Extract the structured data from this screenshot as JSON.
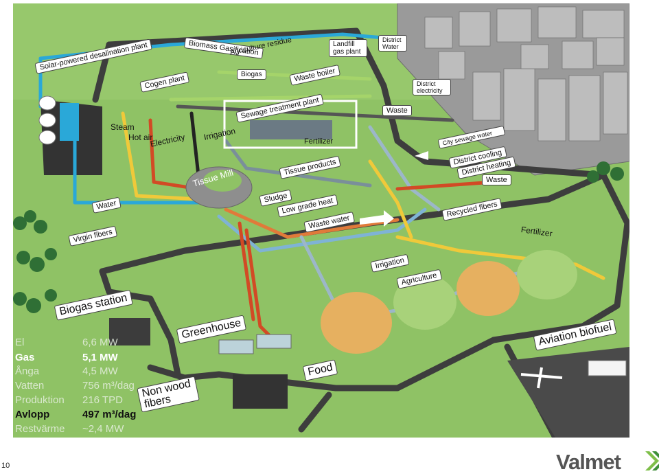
{
  "page_number": "10",
  "brand": "Valmet",
  "colors": {
    "grass": "#8fc265",
    "road": "#3d3d3d",
    "water_pipe": "#2aa8d8",
    "heat_pipe": "#d24a25",
    "fiber_pipe": "#f0c93a",
    "field": "#e6b060",
    "field_green": "#a8d27a"
  },
  "labels": {
    "solar": "Solar-powered desalination plant",
    "biomass": "Biomass Gasification",
    "agri_residue": "Agriculture residue",
    "landfill": "Landfill gas plant",
    "district_water": "District Water",
    "cogen": "Cogen plant",
    "biogas": "Biogas",
    "waste_boiler": "Waste boiler",
    "district_electricity": "District electricity",
    "sewage": "Sewage treatment plant",
    "waste": "Waste",
    "steam": "Steam",
    "hot_air": "Hot air",
    "electricity": "Electricity",
    "irrigation_top": "Irrigation",
    "fertilizer_top": "Fertilizer",
    "city_sewage": "City sewage water",
    "district_cooling": "District cooling",
    "district_heating": "District heating",
    "waste_right": "Waste",
    "tissue_mill": "Tissue Mill",
    "tissue_products": "Tissue products",
    "sludge": "Sludge",
    "low_grade_heat": "Low grade heat",
    "water": "Water",
    "waste_water": "Waste water",
    "recycled_fibers": "Recycled fibers",
    "fertilizer_right": "Fertilizer",
    "virgin_fibers": "Virgin fibers",
    "irrigation": "Irrigation",
    "agriculture": "Agriculture",
    "biogas_station": "Biogas station",
    "greenhouse": "Greenhouse",
    "aviation_biofuel": "Aviation biofuel",
    "food": "Food",
    "non_wood_fibers": "Non wood fibers"
  },
  "stats": [
    {
      "key": "El",
      "value": "6,6 MW",
      "style": "faded"
    },
    {
      "key": "Gas",
      "value": "5,1 MW",
      "style": "bold"
    },
    {
      "key": "Ånga",
      "value": "4,5 MW",
      "style": "faded"
    },
    {
      "key": "Vatten",
      "value": "756 m³/dag",
      "style": "faded"
    },
    {
      "key": "Produktion",
      "value": "216 TPD",
      "style": "faded"
    },
    {
      "key": "Avlopp",
      "value": "497 m³/dag",
      "style": "bold-dark"
    },
    {
      "key": "Restvärme",
      "value": "~2,4 MW",
      "style": "faded"
    }
  ]
}
